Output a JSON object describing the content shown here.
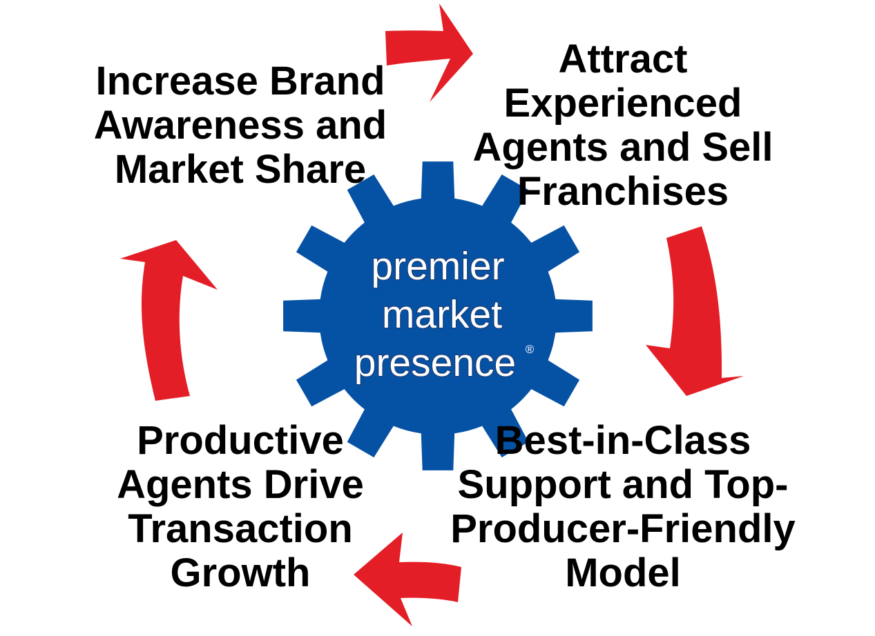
{
  "center": {
    "lines": [
      "premier",
      "market",
      "presence"
    ],
    "registered_mark": "®"
  },
  "steps": [
    {
      "id": "top-left",
      "lines": [
        "Increase Brand",
        "Awareness and",
        "Market Share"
      ]
    },
    {
      "id": "top-right",
      "lines": [
        "Attract",
        "Experienced",
        "Agents and Sell",
        "Franchises"
      ]
    },
    {
      "id": "bottom-right",
      "lines": [
        "Best-in-Class",
        "Support and Top-",
        "Producer-Friendly",
        "Model"
      ]
    },
    {
      "id": "bottom-left",
      "lines": [
        "Productive",
        "Agents Drive",
        "Transaction",
        "Growth"
      ]
    }
  ],
  "colors": {
    "gear": "#0552a5",
    "arrow": "#e31e26",
    "text": "#000000",
    "gear_text": "#ffffff"
  }
}
